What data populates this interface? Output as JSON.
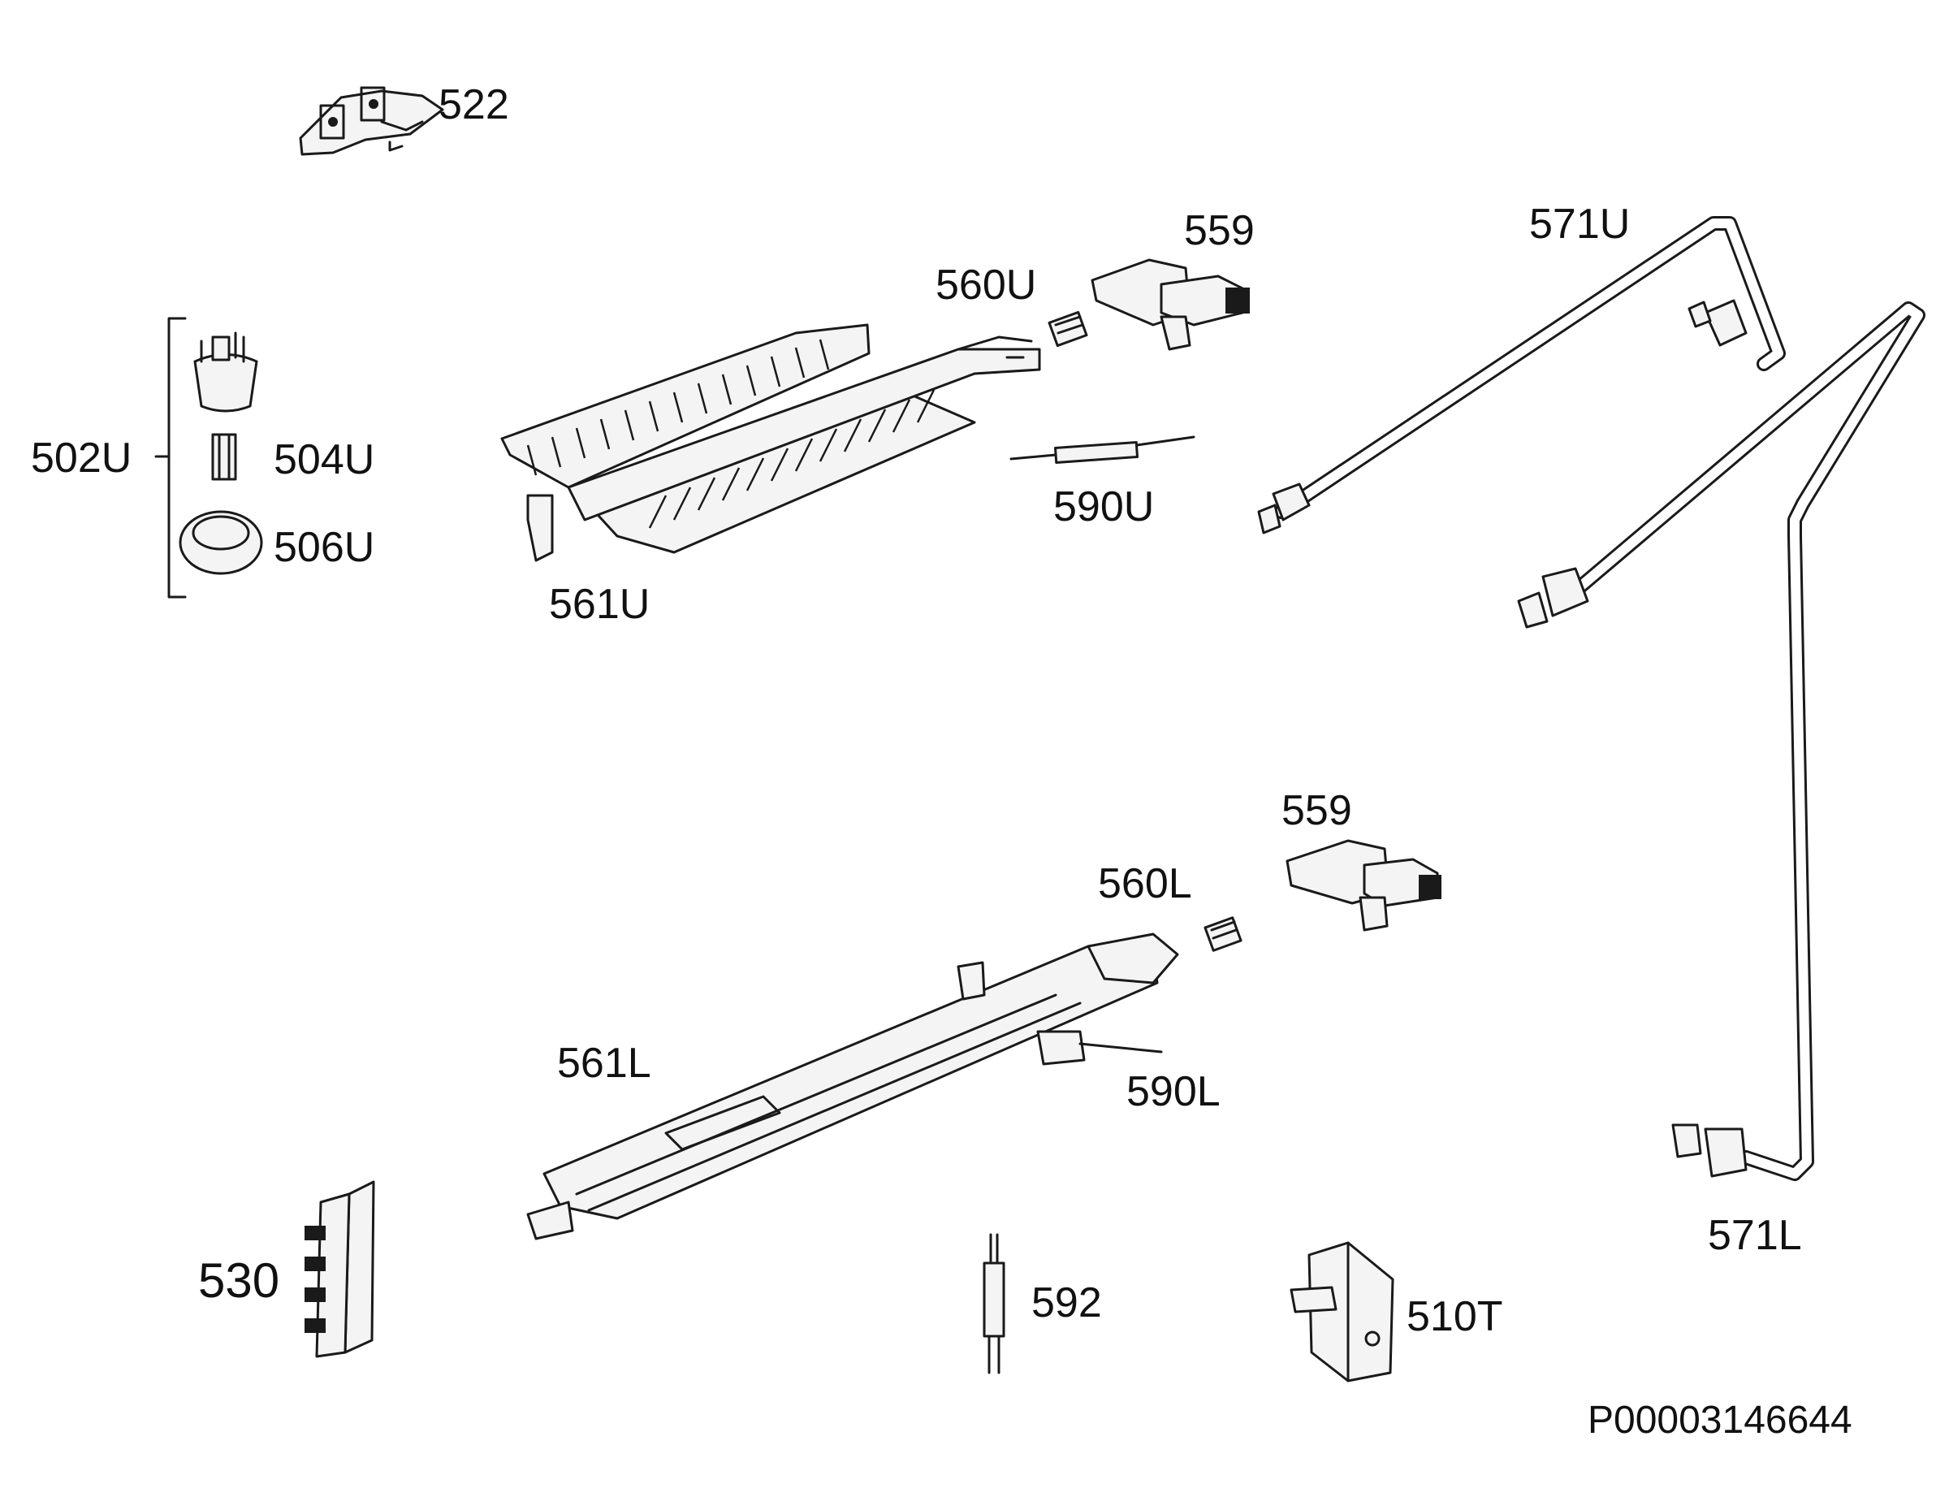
{
  "labels": {
    "p522": "522",
    "p559_upper": "559",
    "p560U": "560U",
    "p571U": "571U",
    "p502U": "502U",
    "p504U": "504U",
    "p506U": "506U",
    "p590U": "590U",
    "p561U": "561U",
    "p559_lower": "559",
    "p560L": "560L",
    "p561L": "561L",
    "p590L": "590L",
    "p571L": "571L",
    "p530": "530",
    "p592": "592",
    "p510T": "510T"
  },
  "diagram_code": "P00003146644"
}
